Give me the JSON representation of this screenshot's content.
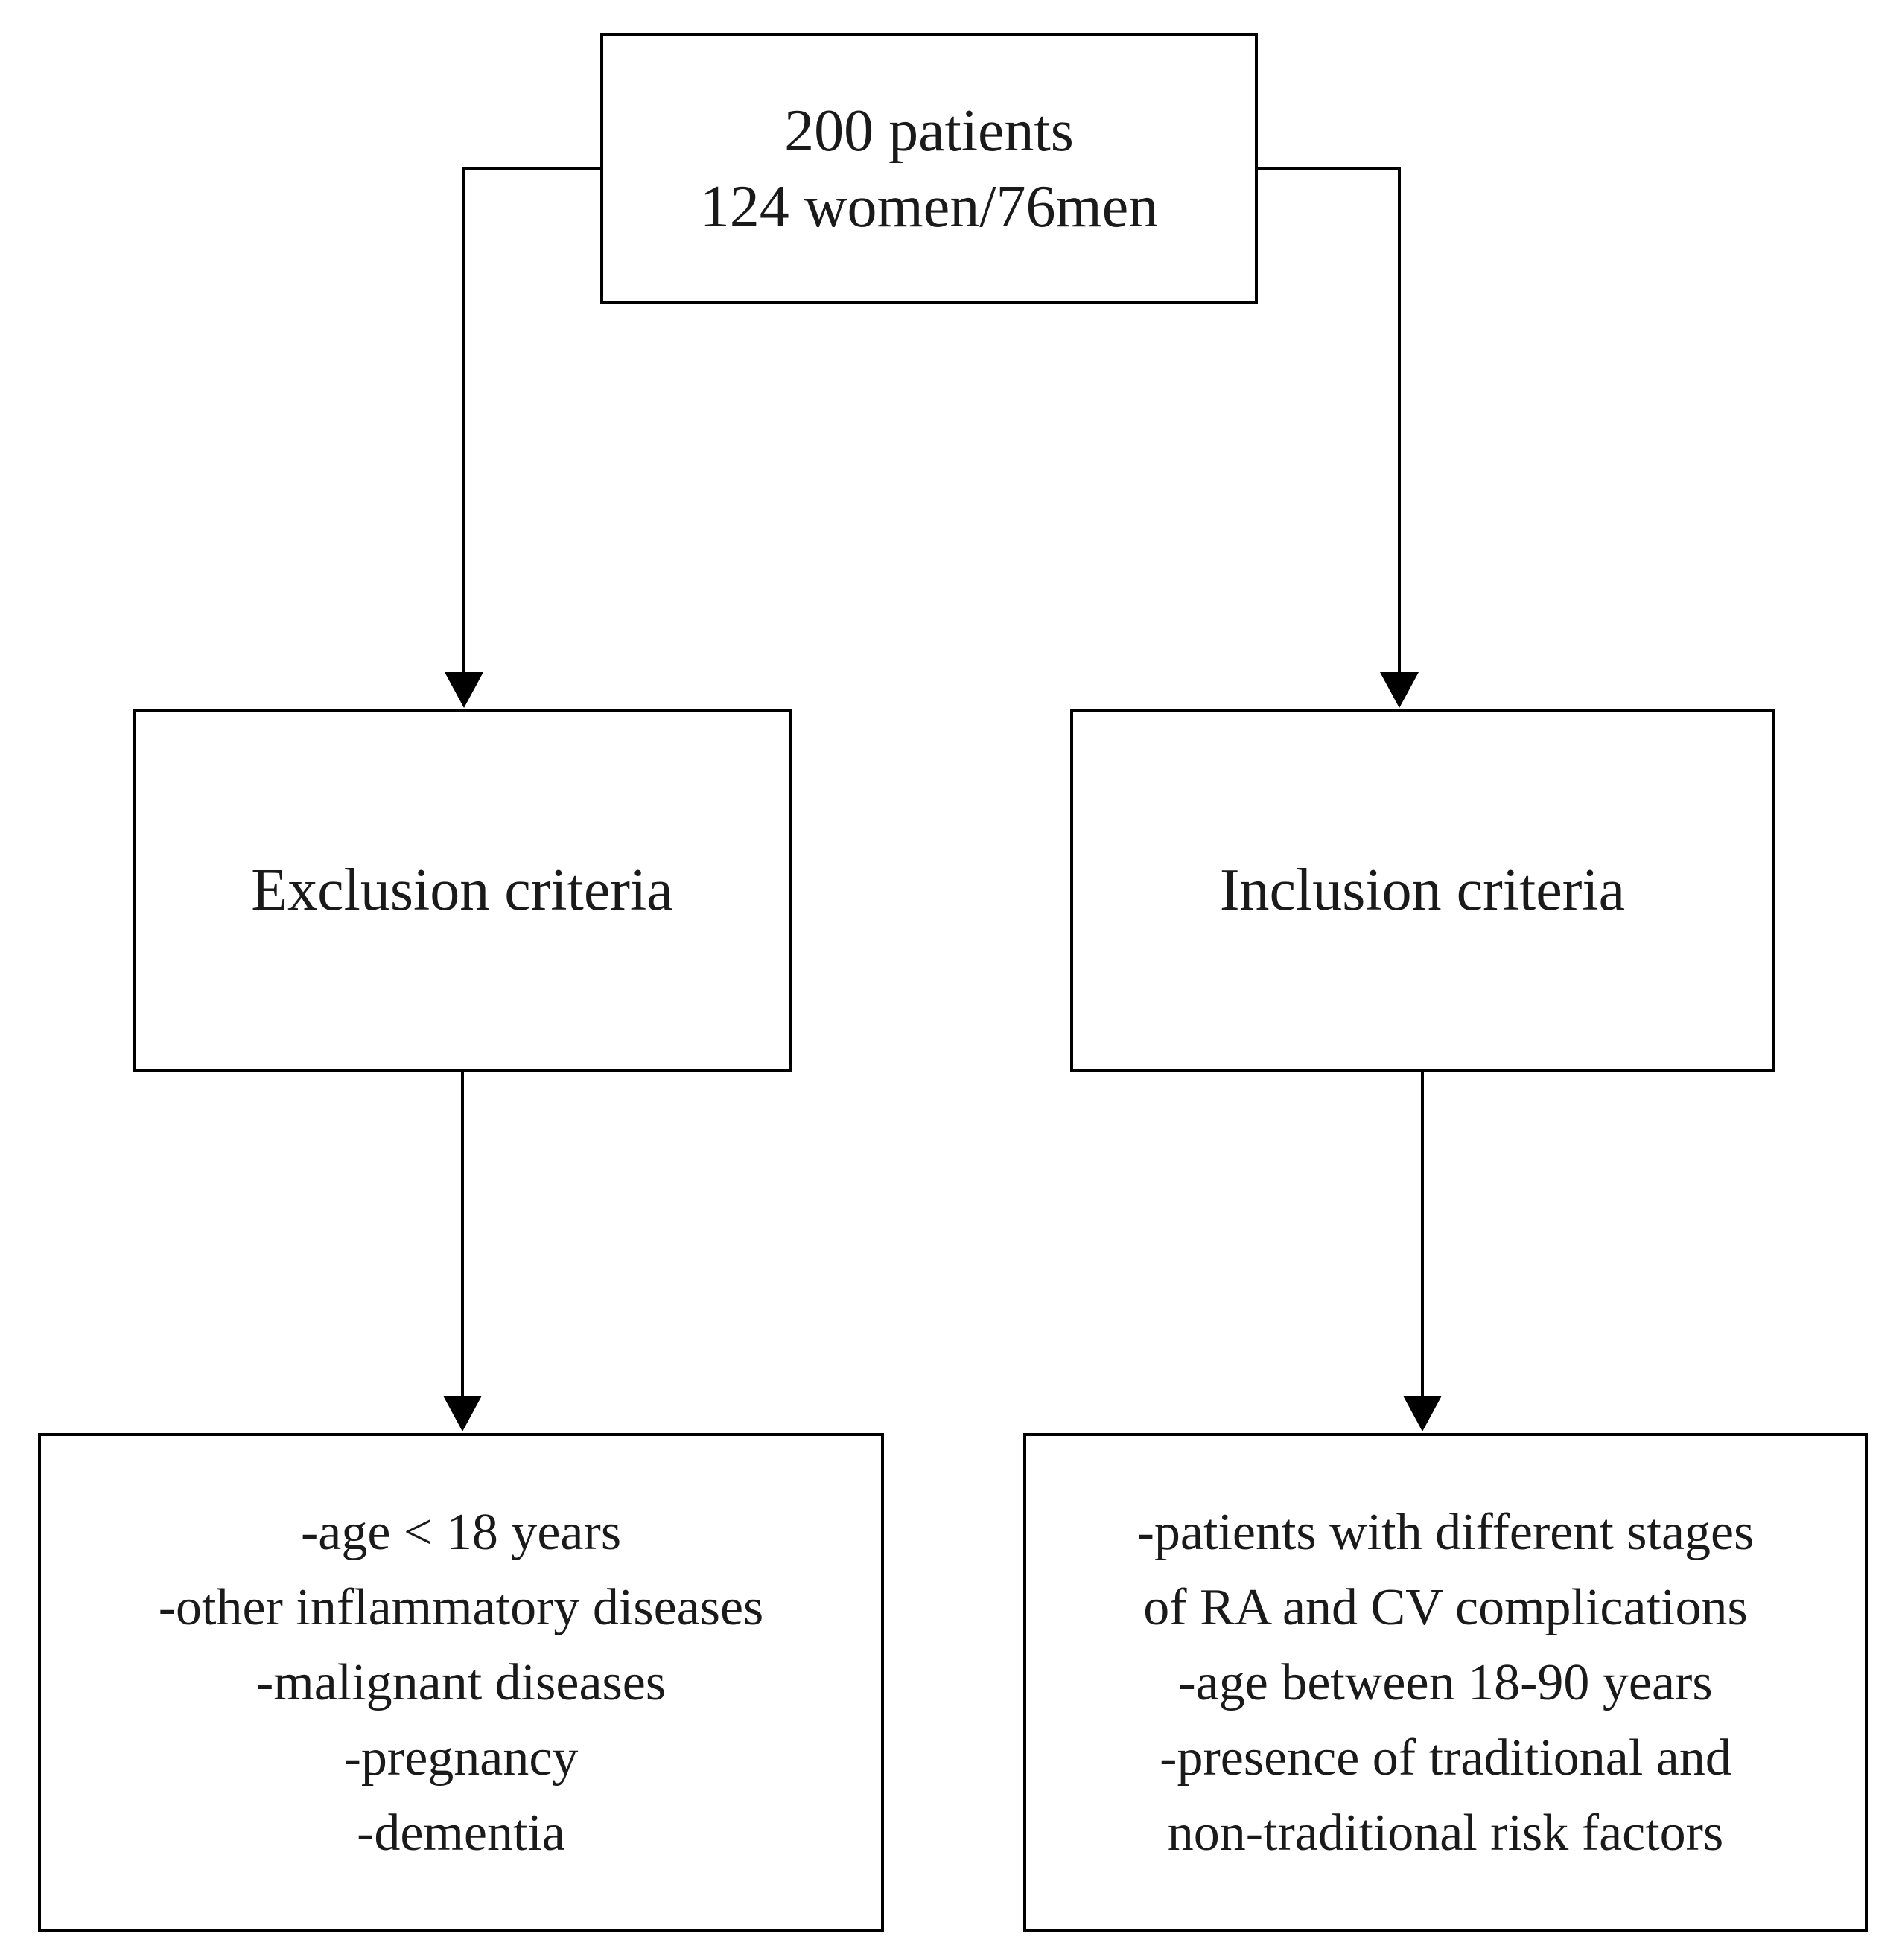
{
  "nodes": {
    "total": {
      "lines": [
        "200 patients",
        "124 women/76men"
      ]
    },
    "exclusion": {
      "label": "Exclusion criteria"
    },
    "inclusion": {
      "label": "Inclusion criteria"
    },
    "exclusion_items": {
      "lines": [
        "-age < 18 years",
        "-other inflammatory diseases",
        "-malignant diseases",
        "-pregnancy",
        "-dementia"
      ]
    },
    "inclusion_items": {
      "lines": [
        "-patients with different stages",
        "of RA and CV complications",
        "-age between 18-90 years",
        "-presence of traditional and",
        "non-traditional risk factors"
      ]
    }
  },
  "edges": [
    {
      "from": "total",
      "to": "exclusion"
    },
    {
      "from": "total",
      "to": "inclusion"
    },
    {
      "from": "exclusion",
      "to": "exclusion_items"
    },
    {
      "from": "inclusion",
      "to": "inclusion_items"
    }
  ],
  "colors": {
    "line": "#000000",
    "text": "#1a1a1a",
    "background": "#ffffff"
  }
}
